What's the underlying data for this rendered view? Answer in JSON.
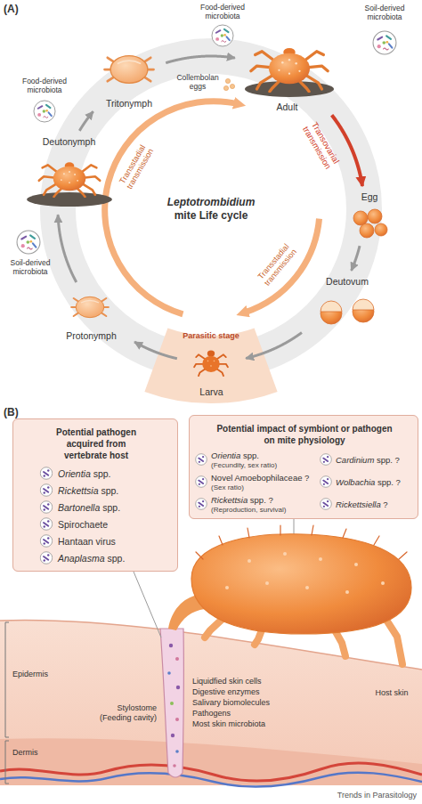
{
  "diagram": {
    "nodes": [
      {
        "text": [
          "Adult"
        ]
      },
      {
        "text": [
          "Egg"
        ]
      },
      {
        "text": [
          "Deutovum"
        ]
      },
      {
        "text": [
          "Larva"
        ]
      },
      {
        "text": [
          "Protonymph"
        ]
      },
      {
        "text": [
          "Deutonymph"
        ]
      },
      {
        "text": [
          "Tritonymph"
        ]
      },
      {
        "text": [
          "Potential pathogen acquired from vertebrate host",
          "Orientia spp.",
          "Rickettsia spp.",
          "Bartonella spp.",
          "Spirochaete",
          "Hantaan virus",
          "Anaplasma spp."
        ]
      },
      {
        "text": [
          "Potential impact of symbiont or pathogen on mite physiology",
          "Orientia spp.",
          "(Fecundity, sex ratio)",
          "Novel Amoebophilaceae ?",
          "(Sex ratio)",
          "Rickettsia spp. ?",
          "(Reproduction, survival)",
          "Cardinium spp. ?",
          "Wolbachia spp. ?",
          "Rickettsiella ?"
        ]
      }
    ],
    "edges": [
      {
        "from": 0,
        "to": 1,
        "arrow": "to",
        "label": "Transovarial transmission"
      },
      {
        "from": 1,
        "to": 2,
        "arrow": "to"
      },
      {
        "from": 2,
        "to": 3,
        "arrow": "to"
      },
      {
        "from": 3,
        "to": 4,
        "arrow": "to"
      },
      {
        "from": 4,
        "to": 5,
        "arrow": "to"
      },
      {
        "from": 5,
        "to": 6,
        "arrow": "to"
      },
      {
        "from": 6,
        "to": 0,
        "arrow": "to"
      }
    ],
    "labels": [
      "(A)",
      "Food-derived microbiota",
      "Soil-derived microbiota",
      "Collembolan eggs",
      "Food-derived microbiota",
      "Transstadial transmission",
      "Leptotrombidium mite Life cycle",
      "Transstadial transmission",
      "Soil-derived microbiota",
      "Parasitic stage",
      "(B)",
      "Epidermis",
      "Host skin",
      "Stylostome (Feeding cavity)",
      "Liquidfied skin cells",
      "Digestive enzymes",
      "Salivary biomolecules",
      "Pathogens",
      "Most skin microbiota",
      "Dermis",
      "Trends in Parasitology"
    ]
  }
}
